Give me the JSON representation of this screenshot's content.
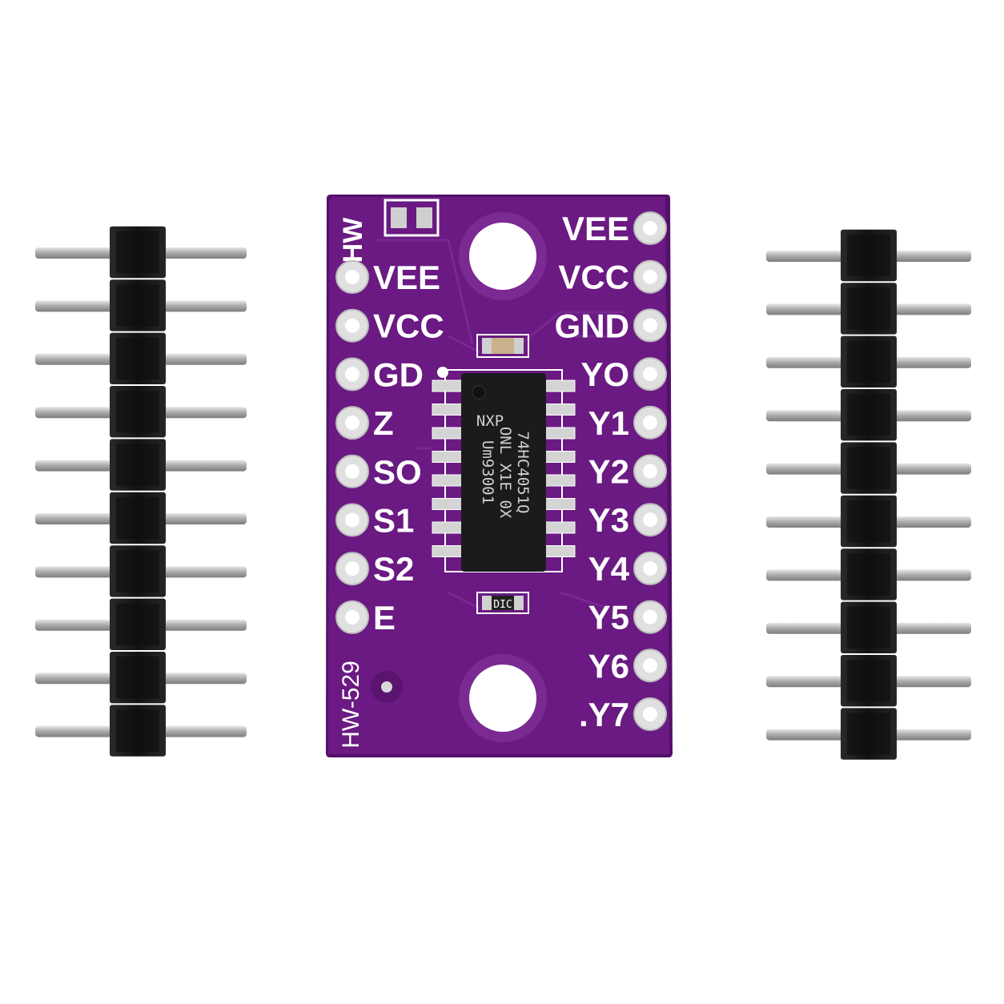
{
  "board": {
    "silk_top": "HW",
    "silk_model": "HW-529",
    "colors": {
      "pcb": "#6a1a82",
      "pcb_edge": "#54106a",
      "pad": "#d9d9d9",
      "header_plastic": "#141414",
      "pin_metal": "#b9b9b9"
    },
    "left_pins": [
      "VEE",
      "VCC",
      "GD",
      "Z",
      "SO",
      "S1",
      "S2",
      "E"
    ],
    "right_pins": [
      "VEE",
      "VCC",
      "GND",
      "YO",
      "Y1",
      "Y2",
      "Y3",
      "Y4",
      "Y5",
      "Y6",
      ".Y7"
    ],
    "chip": {
      "brand": "NXP",
      "line1": "74HC4051Q",
      "line2": "ONL X1E 0X",
      "line3": "Um93001"
    },
    "cap_label": "DIC"
  },
  "headers": {
    "left_pin_count": 10,
    "right_pin_count": 10
  }
}
